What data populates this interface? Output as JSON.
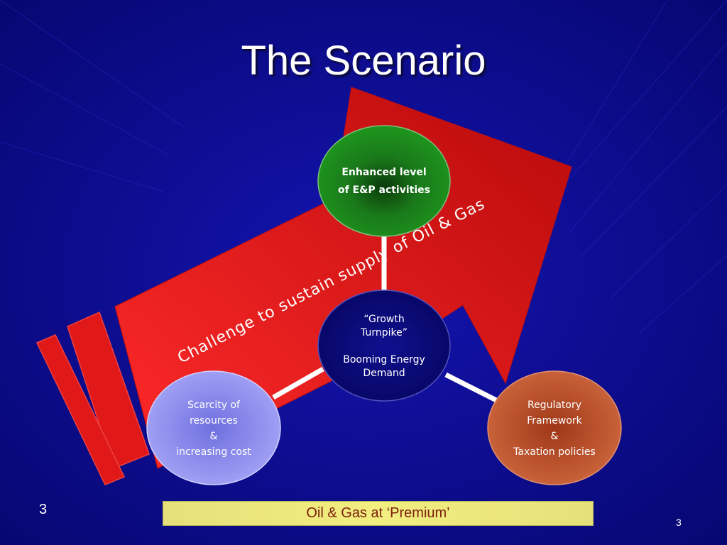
{
  "slide": {
    "title": "The Scenario",
    "arrow_label": "Challenge to sustain supply of Oil & Gas",
    "nodes": {
      "top": {
        "lines": [
          "Enhanced level",
          "of E&P activities"
        ],
        "color": "#1e8a1e"
      },
      "center": {
        "lines": [
          "“Growth",
          "Turnpike”",
          "",
          "Booming Energy",
          "Demand"
        ],
        "color": "#0c0c8a"
      },
      "left": {
        "lines": [
          "Scarcity of",
          "resources",
          "&",
          "increasing cost"
        ],
        "color": "#9a9af0"
      },
      "right": {
        "lines": [
          "Regulatory",
          "Framework",
          "&",
          "Taxation policies"
        ],
        "color": "#c0502a"
      }
    },
    "footer_text": "Oil & Gas at ‘Premium’",
    "page_number_left": "3",
    "page_number_right": "3"
  },
  "colors": {
    "background": "#0a0a9a",
    "arrow": "#e01818",
    "connector": "#ffffff",
    "footer_bg": "#eeea80"
  }
}
